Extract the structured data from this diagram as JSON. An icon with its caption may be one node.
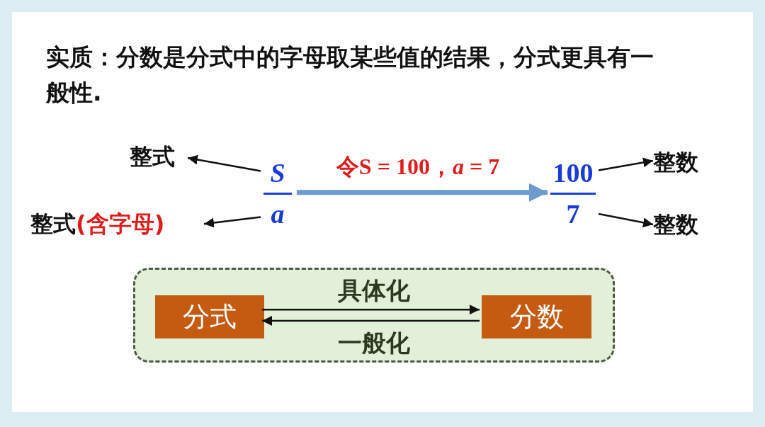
{
  "diagram": {
    "nodes": [
      {
        "text": [
          "整式"
        ]
      },
      {
        "text": [
          "*S*",
          "*a*"
        ]
      },
      {
        "text": [
          "100",
          "7"
        ]
      },
      {
        "text": [
          "整数"
        ]
      },
      {
        "text": [
          "整式",
          "(含字母)"
        ]
      },
      {
        "text": [
          "整数"
        ]
      },
      {
        "text": [],
        "shape": "box"
      },
      {
        "text": [
          "分式"
        ],
        "in": 6
      },
      {
        "text": [
          "分数"
        ],
        "in": 6
      }
    ],
    "edges": [
      {
        "from": 1,
        "to": 0,
        "arrow": "to"
      },
      {
        "from": 1,
        "to": 4,
        "arrow": "to"
      },
      {
        "from": 1,
        "to": 2,
        "arrow": "to",
        "label": "令S = 100，*a* = 7",
        "style": "thick",
        "color": "#6c9bd2"
      },
      {
        "from": 2,
        "to": 3,
        "arrow": "to"
      },
      {
        "from": 2,
        "to": 5,
        "arrow": "to"
      },
      {
        "from": 7,
        "to": 8,
        "arrow": "to",
        "label": "具体化"
      },
      {
        "from": 8,
        "to": 7,
        "arrow": "to",
        "label": "一般化"
      }
    ],
    "labels": [
      "实质：分数是分式中的字母取某些值的结果，分式更具有一般性."
    ]
  }
}
